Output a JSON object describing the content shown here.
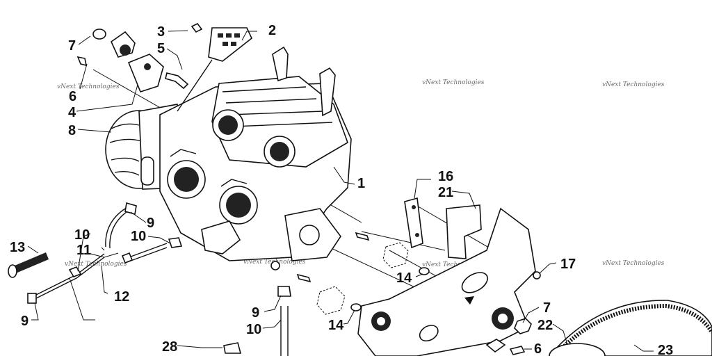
{
  "diagram": {
    "labels": {
      "l1": "1",
      "l2": "2",
      "l3": "3",
      "l4": "4",
      "l5": "5",
      "l6a": "6",
      "l6b": "6",
      "l7a": "7",
      "l7b": "7",
      "l8": "8",
      "l9a": "9",
      "l9b": "9",
      "l9c": "9",
      "l10a": "10",
      "l10b": "10",
      "l10c": "10",
      "l11": "11",
      "l12": "12",
      "l13": "13",
      "l14a": "14",
      "l14b": "14",
      "l16": "16",
      "l17": "17",
      "l21": "21",
      "l22": "22",
      "l23": "23",
      "l28": "28"
    },
    "watermark": "vNext Technologies"
  },
  "colors": {
    "ink": "#111111",
    "watermark": "#6a6a6a",
    "background": "#ffffff"
  }
}
